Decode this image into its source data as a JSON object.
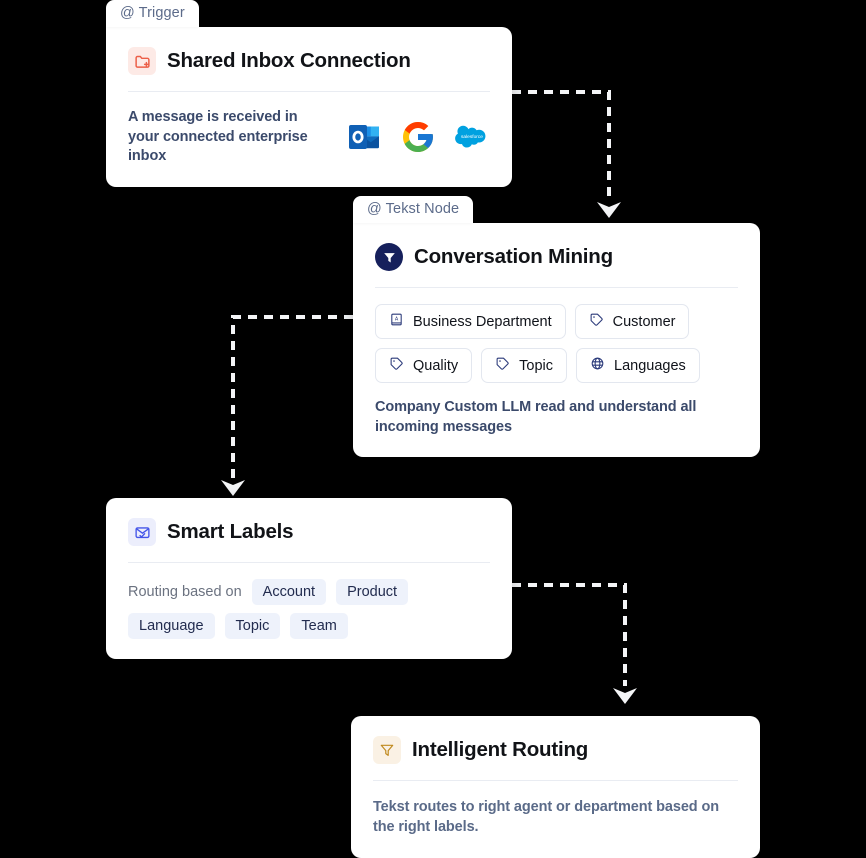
{
  "canvas": {
    "background": "#000000"
  },
  "nodes": [
    {
      "tab": "@ Trigger",
      "title": "Shared Inbox Connection",
      "icon": "folder-plus-icon",
      "description": "A message is received in your connected enterprise inbox",
      "logos": [
        "outlook-logo",
        "google-logo",
        "salesforce-logo"
      ],
      "salesforce_wordmark": "salesforce"
    },
    {
      "tab": "@ Tekst Node",
      "title": "Conversation Mining",
      "icon": "funnel-circle-icon",
      "chips": [
        {
          "label": "Business Department",
          "icon": "book-icon"
        },
        {
          "label": "Customer",
          "icon": "tag-icon"
        },
        {
          "label": "Quality",
          "icon": "tag-icon"
        },
        {
          "label": "Topic",
          "icon": "tag-icon"
        },
        {
          "label": "Languages",
          "icon": "globe-icon"
        }
      ],
      "description": "Company Custom LLM read and understand all incoming messages"
    },
    {
      "title": "Smart Labels",
      "icon": "mail-check-icon",
      "routing_label": "Routing based on",
      "pills": [
        "Account",
        "Product",
        "Language",
        "Topic",
        "Team"
      ]
    },
    {
      "title": "Intelligent Routing",
      "icon": "funnel-icon",
      "description": "Tekst routes to right agent or department based on the right labels."
    }
  ],
  "colors": {
    "accent_red": "#ec5f48",
    "accent_navy": "#16205c",
    "accent_blue": "#4455e8",
    "accent_gold": "#c08a1e",
    "chip_bg": "#eef2fb",
    "connector": "#f4f5f7"
  }
}
